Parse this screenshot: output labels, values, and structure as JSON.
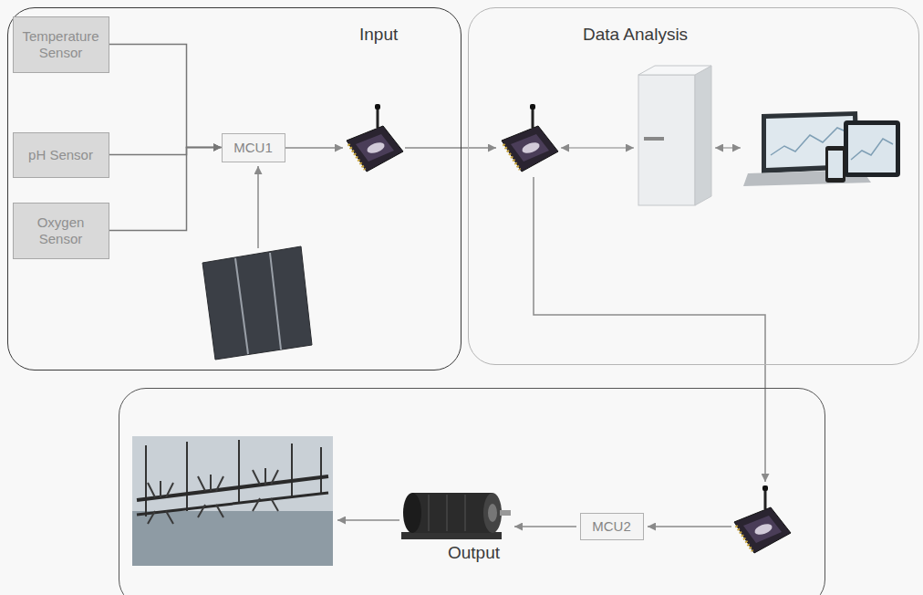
{
  "diagram": {
    "nodes": [
      {
        "text": [
          "Input"
        ]
      },
      {
        "text": [
          "Temperature Sensor"
        ],
        "in": 0
      },
      {
        "text": [
          "pH Sensor"
        ],
        "in": 0
      },
      {
        "text": [
          "Oxygen Sensor"
        ],
        "in": 0
      },
      {
        "text": [
          "MCU1"
        ],
        "in": 0
      },
      {
        "text": [
          "Data Analysis"
        ]
      },
      {
        "text": [
          "Output"
        ]
      },
      {
        "text": [
          "MCU2"
        ],
        "in": 6
      }
    ],
    "edges": [
      {
        "from": 1,
        "to": 4,
        "arrow": "to"
      },
      {
        "from": 2,
        "to": 4,
        "arrow": "to"
      },
      {
        "from": 3,
        "to": 4,
        "arrow": "to"
      }
    ]
  }
}
